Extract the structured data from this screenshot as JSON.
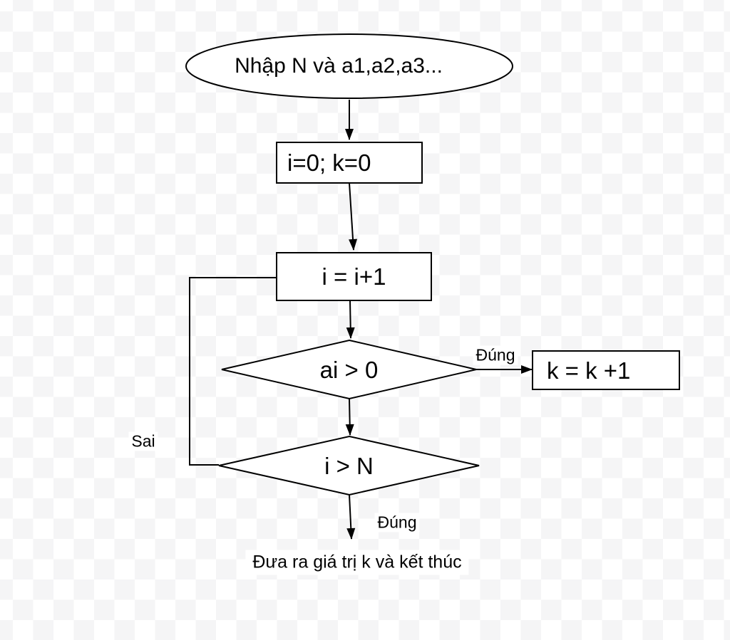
{
  "colors": {
    "checker_white": "#ffffff",
    "checker_gray": "#f5f5f6",
    "stroke": "#000000",
    "text": "#000000",
    "shape_fill": "#ffffff"
  },
  "flowchart": {
    "start": {
      "shape": "ellipse",
      "label": "Nhập N và a1,a2,a3..."
    },
    "init": {
      "shape": "rect",
      "label": "i=0; k=0"
    },
    "increment_i": {
      "shape": "rect",
      "label": "i = i+1"
    },
    "decision_ai": {
      "shape": "diamond",
      "label": "ai > 0"
    },
    "increment_k": {
      "shape": "rect",
      "label": "k = k +1"
    },
    "decision_i": {
      "shape": "diamond",
      "label": "i > N"
    },
    "end_note": {
      "shape": "text",
      "label": "Đưa ra giá trị k và kết thúc"
    },
    "edge_labels": {
      "true_right": "Đúng",
      "true_down": "Đúng",
      "false_loop": "Sai"
    }
  }
}
